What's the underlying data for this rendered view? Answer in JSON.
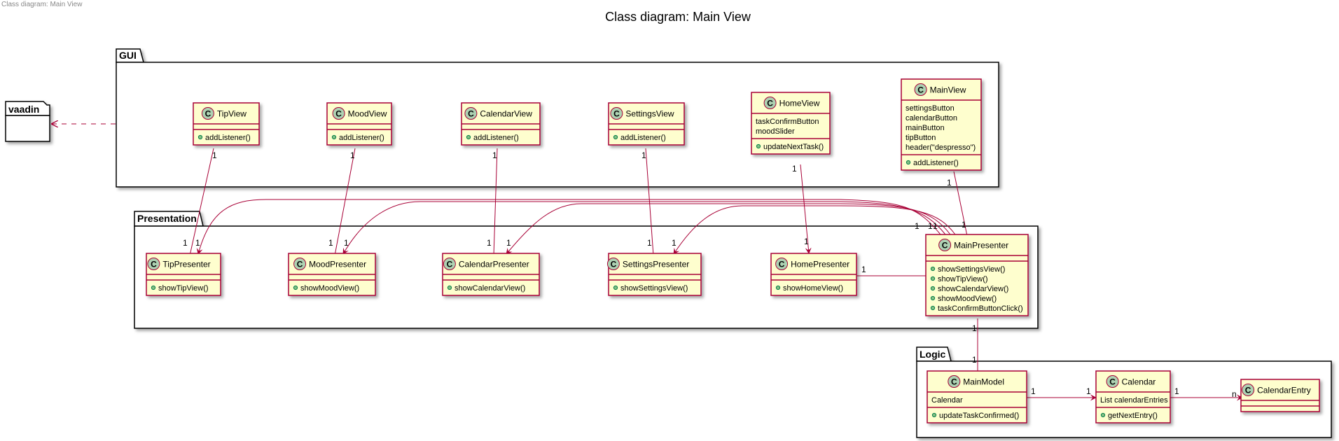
{
  "header": {
    "stub": "Class diagram: Main View",
    "title": "Class diagram: Main View"
  },
  "packages": {
    "vaadin": "vaadin",
    "gui": "GUI",
    "presentation": "Presentation",
    "logic": "Logic"
  },
  "classes": {
    "tipview": {
      "name": "TipView",
      "attributes": [],
      "methods": [
        "addListener()"
      ]
    },
    "moodview": {
      "name": "MoodView",
      "attributes": [],
      "methods": [
        "addListener()"
      ]
    },
    "calendarview": {
      "name": "CalendarView",
      "attributes": [],
      "methods": [
        "addListener()"
      ]
    },
    "settingsview": {
      "name": "SettingsView",
      "attributes": [],
      "methods": [
        "addListener()"
      ]
    },
    "homeview": {
      "name": "HomeView",
      "attributes": [
        "taskConfirmButton",
        "moodSlider"
      ],
      "methods": [
        "updateNextTask()"
      ]
    },
    "mainview": {
      "name": "MainView",
      "attributes": [
        "settingsButton",
        "calendarButton",
        "mainButton",
        "tipButton",
        "header(\"despresso\")"
      ],
      "methods": [
        "addListener()"
      ]
    },
    "tippresenter": {
      "name": "TipPresenter",
      "attributes": [],
      "methods": [
        "showTipView()"
      ]
    },
    "moodpresenter": {
      "name": "MoodPresenter",
      "attributes": [],
      "methods": [
        "showMoodView()"
      ]
    },
    "calendarpresenter": {
      "name": "CalendarPresenter",
      "attributes": [],
      "methods": [
        "showCalendarView()"
      ]
    },
    "settingspresenter": {
      "name": "SettingsPresenter",
      "attributes": [],
      "methods": [
        "showSettingsView()"
      ]
    },
    "homepresenter": {
      "name": "HomePresenter",
      "attributes": [],
      "methods": [
        "showHomeView()"
      ]
    },
    "mainpresenter": {
      "name": "MainPresenter",
      "attributes": [],
      "methods": [
        "showSettingsView()",
        "showTipView()",
        "showCalendarView()",
        "showMoodView()",
        "taskConfirmButtonClick()"
      ]
    },
    "mainmodel": {
      "name": "MainModel",
      "attributes": [
        "Calendar"
      ],
      "methods": [
        "updateTaskConfirmed()"
      ]
    },
    "calendar": {
      "name": "Calendar",
      "attributes": [
        "List calendarEntries"
      ],
      "methods": [
        "getNextEntry()"
      ]
    },
    "calendarentry": {
      "name": "CalendarEntry",
      "attributes": [],
      "methods": []
    }
  },
  "relations": [
    {
      "id": "gui-vaadin",
      "from": "GUI",
      "to": "vaadin",
      "kind": "dependency"
    },
    {
      "id": "tipview-tippresenter",
      "from": "TipView",
      "to": "TipPresenter",
      "from_mult": "1",
      "to_mult": "1"
    },
    {
      "id": "moodview-moodpresenter",
      "from": "MoodView",
      "to": "MoodPresenter",
      "from_mult": "1",
      "to_mult": "1"
    },
    {
      "id": "calendarview-calendarpresenter",
      "from": "CalendarView",
      "to": "CalendarPresenter",
      "from_mult": "1",
      "to_mult": "1"
    },
    {
      "id": "settingsview-settingspresenter",
      "from": "SettingsView",
      "to": "SettingsPresenter",
      "from_mult": "1",
      "to_mult": "1"
    },
    {
      "id": "homeview-homepresenter",
      "from": "HomeView",
      "to": "HomePresenter",
      "from_mult": "1",
      "to_mult": "1"
    },
    {
      "id": "mainview-mainpresenter",
      "from": "MainView",
      "to": "MainPresenter",
      "from_mult": "1",
      "to_mult": "1"
    },
    {
      "id": "mainpresenter-tippresenter",
      "from": "MainPresenter",
      "to": "TipPresenter",
      "from_mult": "1",
      "to_mult": "1"
    },
    {
      "id": "mainpresenter-moodpresenter",
      "from": "MainPresenter",
      "to": "MoodPresenter",
      "from_mult": "1",
      "to_mult": "1"
    },
    {
      "id": "mainpresenter-calendarpresenter",
      "from": "MainPresenter",
      "to": "CalendarPresenter",
      "to_mult": "1"
    },
    {
      "id": "mainpresenter-settingspresenter",
      "from": "MainPresenter",
      "to": "SettingsPresenter",
      "to_mult": "1"
    },
    {
      "id": "homepresenter-mainpresenter",
      "from": "HomePresenter",
      "to": "MainPresenter",
      "from_mult": "1"
    },
    {
      "id": "mainpresenter-mainmodel",
      "from": "MainPresenter",
      "to": "MainModel",
      "from_mult": "1",
      "to_mult": "1"
    },
    {
      "id": "mainmodel-calendar",
      "from": "MainModel",
      "to": "Calendar",
      "from_mult": "1",
      "to_mult": "1"
    },
    {
      "id": "calendar-calendarentry",
      "from": "Calendar",
      "to": "CalendarEntry",
      "from_mult": "1",
      "to_mult": "n"
    }
  ],
  "colors": {
    "class_fill": "#FEFECE",
    "border": "#A80036",
    "class_icon": "#ADD1B2",
    "public_marker": "#84BE84"
  },
  "icons": {
    "class_glyph": "C",
    "public_marker": "circle-public-icon"
  }
}
